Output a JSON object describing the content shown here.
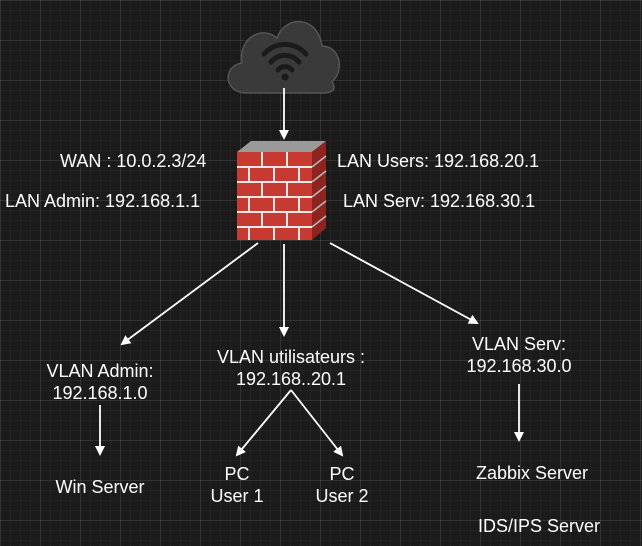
{
  "colors": {
    "background": "#1b1b1b",
    "line": "#ffffff",
    "text": "#ffffff",
    "cloud": "#3a3a3a",
    "brick": "#c73a32",
    "mortar": "#e8e8e8"
  },
  "nodes": {
    "internet": {
      "icon": "cloud-wifi-icon"
    },
    "firewall": {
      "icon": "firewall-icon",
      "wan": "WAN : 10.0.2.3/24",
      "lan_admin": "LAN Admin: 192.168.1.1",
      "lan_users": "LAN Users: 192.168.20.1",
      "lan_serv": "LAN Serv: 192.168.30.1"
    },
    "vlan_admin": {
      "line1": "VLAN Admin:",
      "line2": "192.168.1.0"
    },
    "vlan_users": {
      "line1": "VLAN utilisateurs :",
      "line2": "192.168..20.1"
    },
    "vlan_serv": {
      "line1": "VLAN Serv:",
      "line2": "192.168.30.0"
    },
    "win_server": {
      "label": "Win Server"
    },
    "pc_user1": {
      "line1": "PC",
      "line2": "User 1"
    },
    "pc_user2": {
      "line1": "PC",
      "line2": "User 2"
    },
    "zabbix_server": {
      "label": "Zabbix Server"
    },
    "ids_ips_server": {
      "label": "IDS/IPS Server"
    }
  }
}
